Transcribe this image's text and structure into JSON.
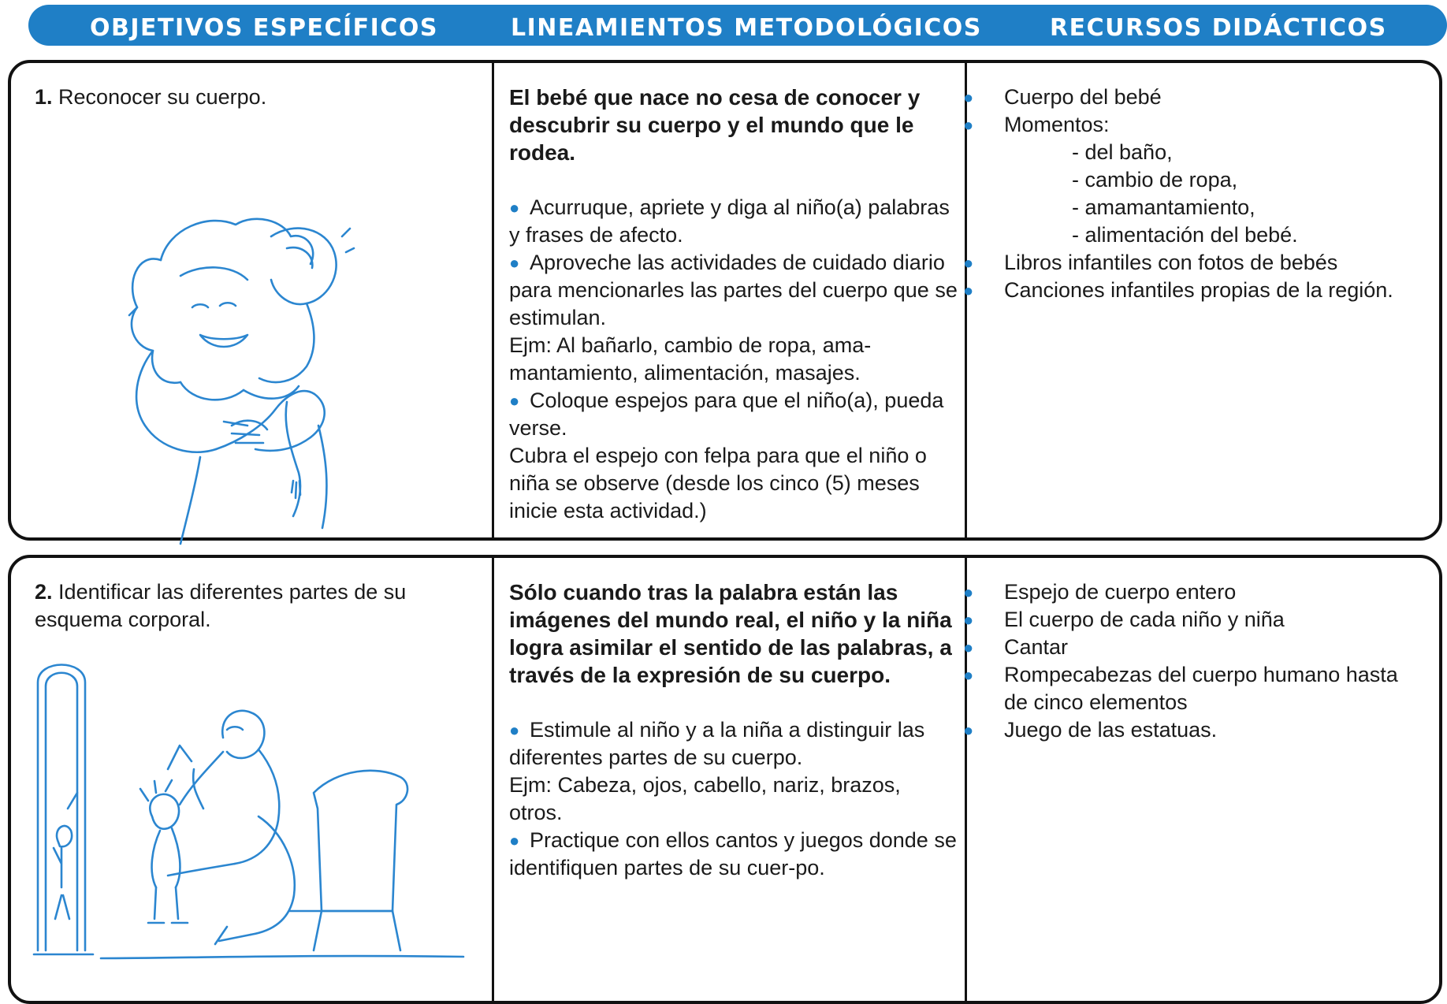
{
  "header": {
    "col1": "OBJETIVOS ESPECÍFICOS",
    "col2": "LINEAMIENTOS METODOLÓGICOS",
    "col3": "RECURSOS DIDÁCTICOS"
  },
  "rows": [
    {
      "objective_num": "1.",
      "objective_text": "Reconocer su cuerpo.",
      "lead": "El bebé que nace no cesa de conocer y descubrir su cuerpo y el mundo que le rodea.",
      "lines": [
        {
          "bullet": true,
          "text": "Acurruque, apriete y diga al niño(a) palabras y frases de afecto."
        },
        {
          "bullet": true,
          "text": "Aproveche las actividades de cuidado diario para mencionarles las partes del cuerpo que se estimulan."
        },
        {
          "bullet": false,
          "text": "Ejm: Al bañarlo, cambio de ropa, ama-mantamiento, alimentación, masajes."
        },
        {
          "bullet": true,
          "text": "Coloque espejos para que el niño(a), pueda verse."
        },
        {
          "bullet": false,
          "text": "Cubra el espejo con felpa para que el niño o niña se observe (desde los cinco (5) meses inicie esta actividad.)"
        }
      ],
      "resources": [
        {
          "text": "Cuerpo del bebé",
          "sub": []
        },
        {
          "text": "Momentos:",
          "sub": [
            "- del baño,",
            "- cambio de ropa,",
            "- amamantamiento,",
            "- alimentación del bebé."
          ]
        },
        {
          "text": "Libros infantiles con fotos de bebés",
          "sub": []
        },
        {
          "text": "Canciones infantiles propias de la región.",
          "sub": []
        }
      ]
    },
    {
      "objective_num": "2.",
      "objective_text": "Identificar las diferentes partes de su esquema corporal.",
      "lead": "Sólo cuando tras la palabra están las imágenes del mundo real, el niño y la niña logra asimilar el sentido de las palabras, a través de la expresión de su cuerpo.",
      "lines": [
        {
          "bullet": true,
          "text": "Estimule al niño y a la niña a distinguir las diferentes partes de su cuerpo."
        },
        {
          "bullet": false,
          "text": "Ejm: Cabeza, ojos, cabello, nariz, brazos, otros."
        },
        {
          "bullet": true,
          "text": "Practique con ellos cantos y juegos donde se identifiquen partes de su cuer-po."
        }
      ],
      "resources": [
        {
          "text": "Espejo de cuerpo entero",
          "sub": []
        },
        {
          "text": "El cuerpo de cada niño y niña",
          "sub": []
        },
        {
          "text": "Cantar",
          "sub": []
        },
        {
          "text": "Rompecabezas del cuerpo humano hasta de cinco elementos",
          "sub": []
        },
        {
          "text": "Juego de las estatuas.",
          "sub": []
        }
      ]
    }
  ],
  "colors": {
    "accent": "#1f7fc6",
    "border": "#111111"
  },
  "illustrations": [
    "mother-hugging-baby-sketch",
    "adult-and-child-at-mirror-sketch"
  ]
}
